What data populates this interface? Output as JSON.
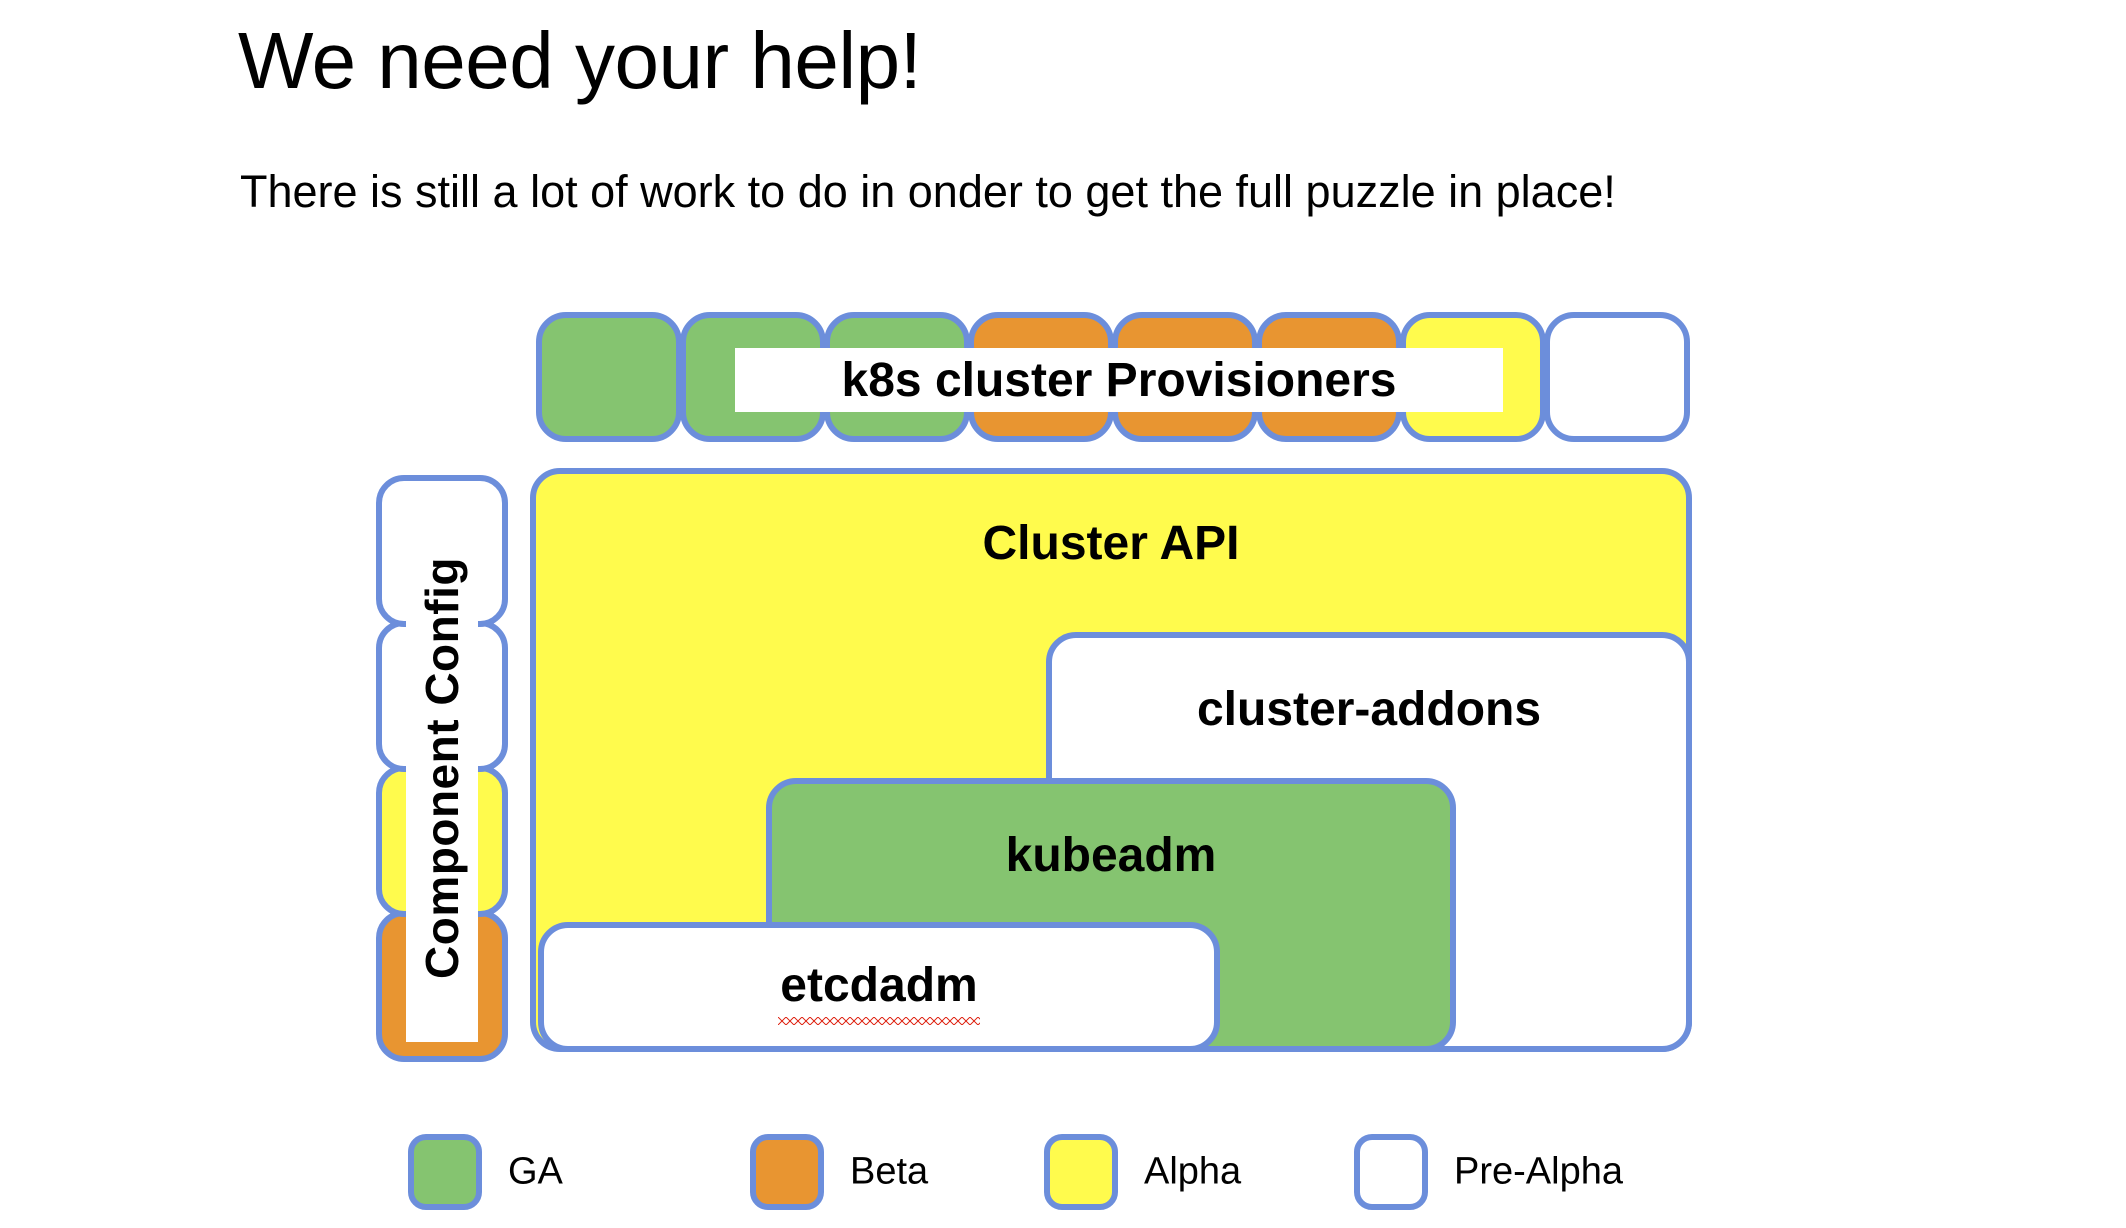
{
  "slide": {
    "title": "We need your help!",
    "subtitle": "There is still a lot of work to do in onder to get the full puzzle in place!"
  },
  "provisioner_row": {
    "label": "k8s cluster Provisioners",
    "boxes": [
      {
        "status": "GA",
        "color": "#85C470"
      },
      {
        "status": "GA",
        "color": "#85C470"
      },
      {
        "status": "GA",
        "color": "#85C470"
      },
      {
        "status": "Beta",
        "color": "#E89531"
      },
      {
        "status": "Beta",
        "color": "#E89531"
      },
      {
        "status": "Beta",
        "color": "#E89531"
      },
      {
        "status": "Alpha",
        "color": "#FFFB4D"
      },
      {
        "status": "Pre-Alpha",
        "color": "#FFFFFF"
      }
    ]
  },
  "component_config": {
    "label": "Component Config",
    "boxes": [
      {
        "status": "Pre-Alpha",
        "color": "#FFFFFF"
      },
      {
        "status": "Pre-Alpha",
        "color": "#FFFFFF"
      },
      {
        "status": "Alpha",
        "color": "#FFFB4D"
      },
      {
        "status": "Beta",
        "color": "#E89531"
      }
    ]
  },
  "stack": {
    "cluster_api": {
      "label": "Cluster API",
      "status": "Alpha",
      "color": "#FFFB4D"
    },
    "cluster_addons": {
      "label": "cluster-addons",
      "status": "Pre-Alpha",
      "color": "#FFFFFF"
    },
    "kubeadm": {
      "label": "kubeadm",
      "status": "GA",
      "color": "#85C470"
    },
    "etcdadm": {
      "label": "etcdadm",
      "status": "Pre-Alpha",
      "color": "#FFFFFF",
      "spellcheck_flagged": true
    }
  },
  "legend": {
    "items": [
      {
        "label": "GA",
        "color": "#85C470"
      },
      {
        "label": "Beta",
        "color": "#E89531"
      },
      {
        "label": "Alpha",
        "color": "#FFFB4D"
      },
      {
        "label": "Pre-Alpha",
        "color": "#FFFFFF"
      }
    ]
  },
  "theme": {
    "border": "#6C8EDB",
    "background": "#FFFFFF",
    "text": "#000000",
    "spellcheck_underline": "#E03020"
  }
}
